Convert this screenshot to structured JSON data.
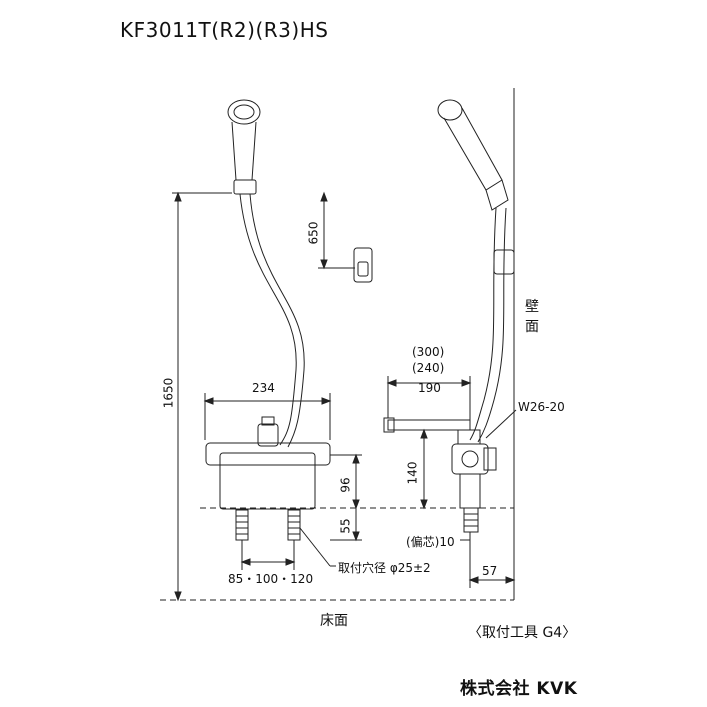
{
  "title": "KF3011T(R2)(R3)HS",
  "dimensions": {
    "d650": "650",
    "d1650": "1650",
    "d234": "234",
    "d300": "(300)",
    "d240": "(240)",
    "d190": "190",
    "d140": "140",
    "d96": "96",
    "d55": "55",
    "d57": "57",
    "pitch": "85・100・120",
    "offset": "(偏芯)10",
    "hole": "取付穴径 φ25±2",
    "thread": "W26-20"
  },
  "labels": {
    "wall_1": "壁",
    "wall_2": "面",
    "floor": "床面",
    "tool": "〈取付工具 G4〉",
    "brand": "株式会社 KVK"
  }
}
